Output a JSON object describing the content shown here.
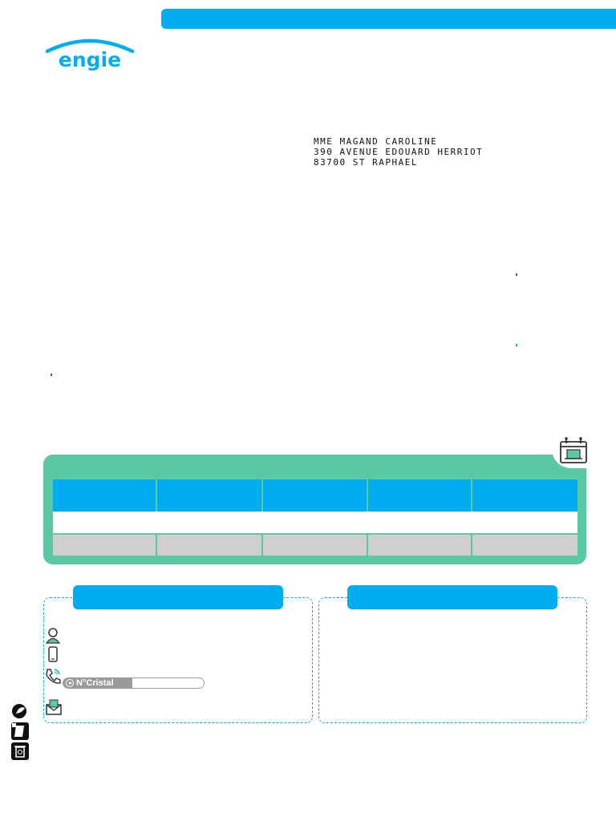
{
  "brand": {
    "name": "engie",
    "color": "#00aeef"
  },
  "recipient": {
    "line1": "MME MAGAND CAROLINE",
    "line2": "390 AVENUE EDOUARD HERRIOT",
    "line3": "83700 ST RAPHAEL"
  },
  "colors": {
    "accent": "#00aeef",
    "panel_green": "#5bc8a4",
    "table_footer": "#cfcfcf",
    "grey": "#9a9a9a"
  },
  "contact": {
    "cristal_label": "N°Cristal"
  },
  "icons": {
    "calendar": "calendar-icon",
    "person": "person-icon",
    "phone": "mobile-phone-icon",
    "call": "phone-call-icon",
    "mail": "mail-icon",
    "eco": "eco-leaf-icon",
    "paper": "paper-icon",
    "recycle": "recycle-bin-icon"
  }
}
